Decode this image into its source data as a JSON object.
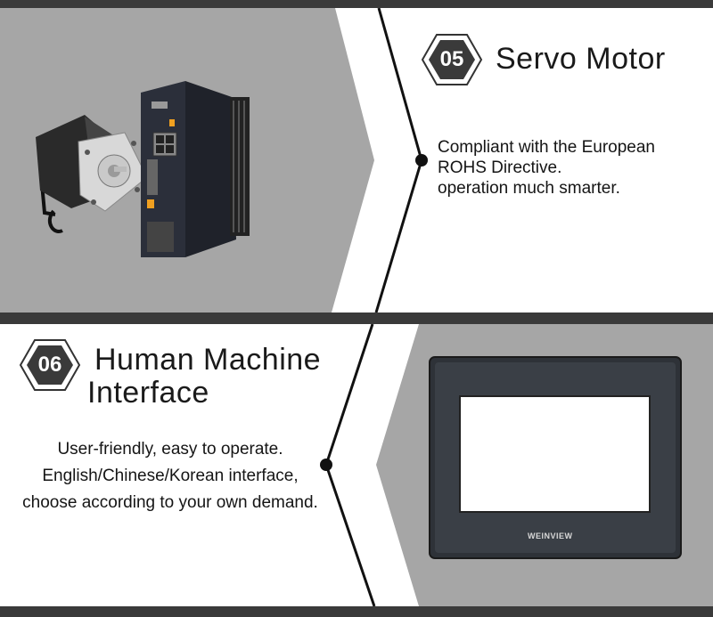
{
  "sections": [
    {
      "number": "05",
      "title": "Servo Motor",
      "description_lines": [
        "Compliant with the European",
        "ROHS Directive.",
        "operation much smarter."
      ],
      "image": "servo-motor-and-drive"
    },
    {
      "number": "06",
      "title_line1": "Human Machine",
      "title_line2": "Interface",
      "description_lines": [
        "User-friendly, easy to operate.",
        "English/Chinese/Korean interface,",
        "choose according to your own demand."
      ],
      "image": "hmi-touch-panel",
      "hmi_brand": "WEINVIEW"
    }
  ],
  "colors": {
    "panel_gray": "#a6a6a6",
    "bar_dark": "#3a3a3a",
    "dot": "#111111"
  }
}
